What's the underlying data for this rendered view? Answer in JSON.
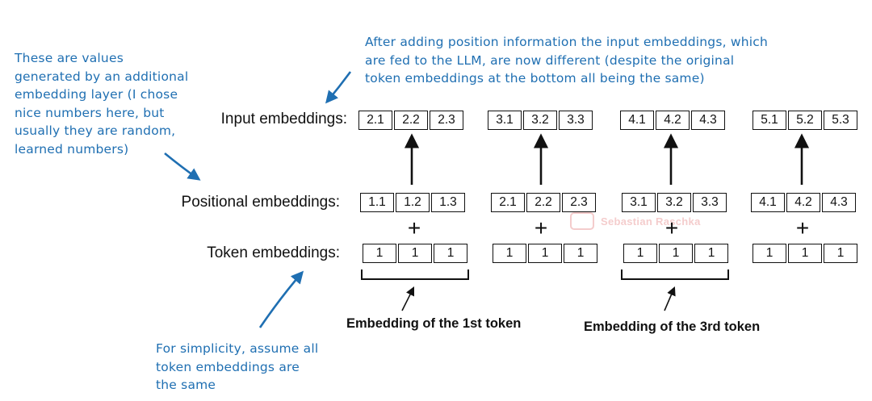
{
  "annotations": {
    "top_note": "After adding position information the input embeddings, which\nare fed to the LLM, are now different (despite the original\ntoken embeddings at the bottom all being the same)",
    "left_note": "These are values\ngenerated by an additional\nembedding layer (I chose\nnice numbers here, but\nusually they are random,\nlearned numbers)",
    "bottom_note": "For simplicity, assume all\ntoken embeddings are\nthe same"
  },
  "rows": {
    "input_label": "Input embeddings:",
    "positional_label": "Positional embeddings:",
    "token_label": "Token embeddings:"
  },
  "tokens": [
    {
      "input": [
        "2.1",
        "2.2",
        "2.3"
      ],
      "positional": [
        "1.1",
        "1.2",
        "1.3"
      ],
      "token": [
        "1",
        "1",
        "1"
      ]
    },
    {
      "input": [
        "3.1",
        "3.2",
        "3.3"
      ],
      "positional": [
        "2.1",
        "2.2",
        "2.3"
      ],
      "token": [
        "1",
        "1",
        "1"
      ]
    },
    {
      "input": [
        "4.1",
        "4.2",
        "4.3"
      ],
      "positional": [
        "3.1",
        "3.2",
        "3.3"
      ],
      "token": [
        "1",
        "1",
        "1"
      ]
    },
    {
      "input": [
        "5.1",
        "5.2",
        "5.3"
      ],
      "positional": [
        "4.1",
        "4.2",
        "4.3"
      ],
      "token": [
        "1",
        "1",
        "1"
      ]
    }
  ],
  "plus_symbol": "+",
  "captions": {
    "first": "Embedding of the 1st token",
    "third": "Embedding of the 3rd token"
  },
  "watermark": "Sebastian Raschka",
  "colors": {
    "annotation": "#1f6fb2",
    "ink": "#111111",
    "watermark": "#d94a4a"
  }
}
